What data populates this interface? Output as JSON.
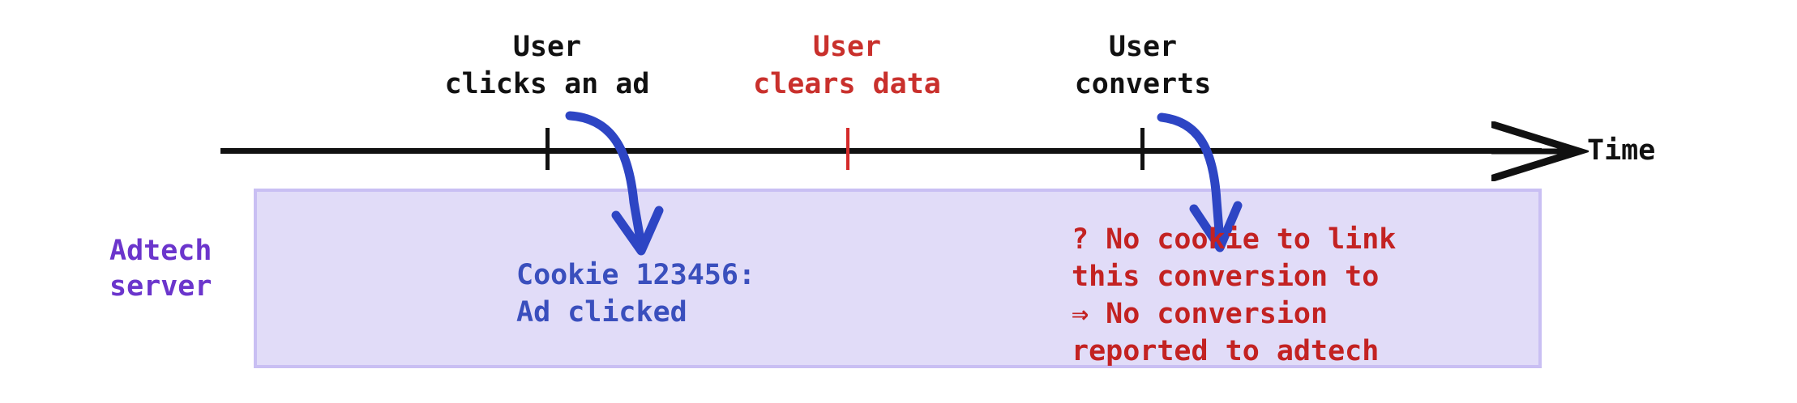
{
  "diagram": {
    "title_semantic": "cookie-clearing-breaks-conversion-attribution-timeline",
    "colors": {
      "black": "#111111",
      "red": "#c32222",
      "red_tick": "#d42a2a",
      "red_label": "#c9302c",
      "blue": "#3a4fbd",
      "purple": "#6b35cc",
      "box_fill": "#e1dcf8",
      "box_border": "#c9bff3"
    },
    "axis": {
      "label": "Time",
      "arrow_icon": "arrow-right-open"
    },
    "events": [
      {
        "id": "click",
        "label": "User\nclicks an ad",
        "color": "black",
        "tick_color": "black"
      },
      {
        "id": "clear",
        "label": "User\nclears data",
        "color": "red",
        "tick_color": "red"
      },
      {
        "id": "convert",
        "label": "User\nconverts",
        "color": "black",
        "tick_color": "black"
      }
    ],
    "lane": {
      "name": "Adtech\nserver",
      "entries": [
        {
          "id": "cookie-log",
          "color": "blue",
          "text": "Cookie 123456:\nAd clicked"
        },
        {
          "id": "no-cookie-warning",
          "color": "red",
          "text": "? No cookie to link\nthis conversion to\n⇒ No conversion\nreported to adtech"
        }
      ]
    }
  }
}
